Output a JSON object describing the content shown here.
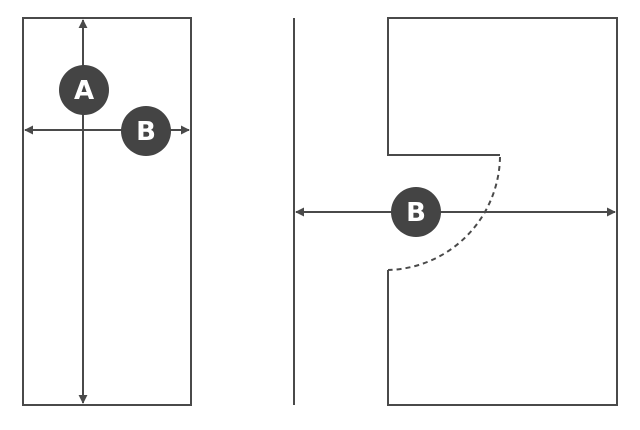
{
  "labels": {
    "a": "A",
    "b_left": "B",
    "b_right": "B"
  },
  "colors": {
    "stroke": "#4a4a4a",
    "badge": "#444444",
    "badge_text": "#ffffff",
    "background": "#ffffff"
  }
}
